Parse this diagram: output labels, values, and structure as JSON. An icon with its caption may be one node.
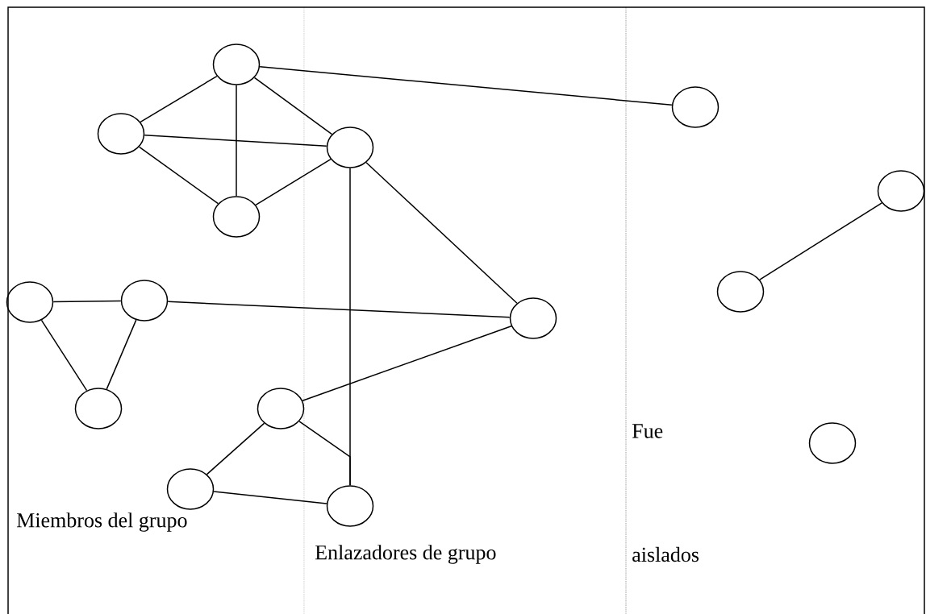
{
  "diagram": {
    "nodes": [
      {
        "text": [],
        "shape": "circle"
      },
      {
        "text": [],
        "shape": "circle"
      },
      {
        "text": [],
        "shape": "circle"
      },
      {
        "text": [],
        "shape": "circle"
      },
      {
        "text": [],
        "shape": "circle"
      },
      {
        "text": [],
        "shape": "circle"
      },
      {
        "text": [],
        "shape": "circle"
      },
      {
        "text": [],
        "shape": "circle"
      },
      {
        "text": [],
        "shape": "circle"
      },
      {
        "text": [],
        "shape": "circle"
      },
      {
        "text": [],
        "shape": "circle"
      },
      {
        "text": [],
        "shape": "circle"
      },
      {
        "text": [],
        "shape": "circle"
      },
      {
        "text": [],
        "shape": "circle"
      },
      {
        "text": [],
        "shape": "circle"
      }
    ],
    "edges": [
      {
        "from": 0,
        "to": 1,
        "arrow": "none"
      },
      {
        "from": 0,
        "to": 5,
        "arrow": "none"
      },
      {
        "from": 0,
        "to": 2,
        "arrow": "none"
      },
      {
        "from": 0,
        "to": 3,
        "arrow": "none"
      },
      {
        "from": 1,
        "to": 2,
        "arrow": "none"
      },
      {
        "from": 1,
        "to": 5,
        "arrow": "none"
      },
      {
        "from": 5,
        "to": 2,
        "arrow": "none"
      },
      {
        "from": 2,
        "to": 14,
        "arrow": "none"
      },
      {
        "from": 2,
        "to": 8,
        "arrow": "none"
      },
      {
        "from": 7,
        "to": 8,
        "arrow": "none"
      },
      {
        "from": 6,
        "to": 7,
        "arrow": "none"
      },
      {
        "from": 6,
        "to": 10,
        "arrow": "none"
      },
      {
        "from": 7,
        "to": 10,
        "arrow": "none"
      },
      {
        "from": 11,
        "to": 8,
        "arrow": "none"
      },
      {
        "from": 11,
        "to": 14,
        "arrow": "none"
      },
      {
        "from": 11,
        "to": 13,
        "arrow": "none"
      },
      {
        "from": 13,
        "to": 14,
        "arrow": "none"
      },
      {
        "from": 9,
        "to": 4,
        "arrow": "none"
      }
    ],
    "labels": [
      "Fue",
      "Miembros del grupo",
      "Enlazadores de grupo",
      "aislados"
    ]
  }
}
